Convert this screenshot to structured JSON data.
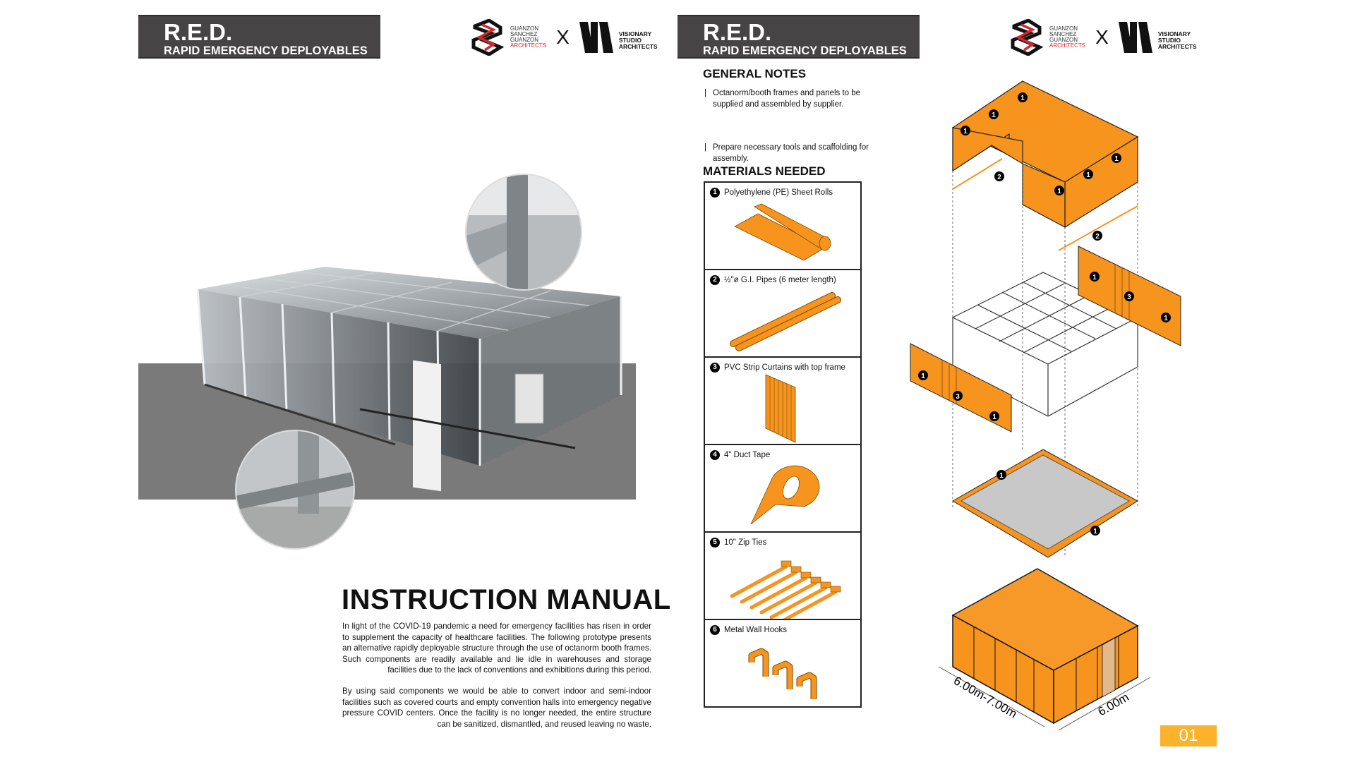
{
  "left_page": {
    "header": {
      "title": "R.E.D.",
      "subtitle": "RAPID EMERGENCY DEPLOYABLES"
    },
    "logos": {
      "firm1_lines": [
        "GUANZON",
        "SANCHEZ",
        "GUANZON"
      ],
      "firm1_accent": "ARCHITECTS",
      "separator": "X",
      "firm2_lines": [
        "VISIONARY",
        "STUDIO",
        "ARCHITECTS"
      ]
    },
    "manual_title": "INSTRUCTION MANUAL",
    "paragraphs": [
      "In light of the COVID-19 pandemic a need for emergency facilities has risen in order to supplement the capacity of healthcare facilities. The following prototype presents an alternative rapidly deployable structure through the use of octanorm booth frames. Such components are readily available and lie idle in warehouses and storage facilities due to the lack of conventions and exhibitions during this period.",
      "By using said components we would be able to convert indoor and semi-indoor facilities such as covered courts and empty convention halls into emergency negative pressure COVID centers. Once the facility is no longer needed, the entire structure can be sanitized, dismantled, and reused leaving no waste."
    ]
  },
  "right_page": {
    "header": {
      "title": "R.E.D.",
      "subtitle": "RAPID EMERGENCY DEPLOYABLES"
    },
    "general_notes": {
      "heading": "GENERAL NOTES",
      "items": [
        "Octanorm/booth frames and panels to be supplied and assembled by supplier.",
        "Prepare necessary tools and scaffolding for assembly."
      ]
    },
    "materials": {
      "heading": "MATERIALS NEEDED",
      "items": [
        {
          "num": "1",
          "label": "Polyethylene (PE) Sheet Rolls",
          "icon": "sheet-roll-icon"
        },
        {
          "num": "2",
          "label": "½\"ø G.I. Pipes (6 meter length)",
          "icon": "pipes-icon"
        },
        {
          "num": "3",
          "label": "PVC Strip Curtains with top frame",
          "icon": "strip-curtain-icon"
        },
        {
          "num": "4",
          "label": "4\" Duct Tape",
          "icon": "duct-tape-icon"
        },
        {
          "num": "5",
          "label": "10\" Zip Ties",
          "icon": "zip-ties-icon"
        },
        {
          "num": "6",
          "label": "Metal Wall Hooks",
          "icon": "wall-hooks-icon"
        }
      ]
    },
    "diagram": {
      "callouts": [
        "1",
        "2",
        "3"
      ],
      "dimension_length": "6.00m-7.00m",
      "dimension_width": "6.00m"
    },
    "page_number": "01"
  },
  "colors": {
    "accent_orange": "#f7941d",
    "header_gray": "#474446",
    "page_badge": "#fdb22b",
    "logo_red": "#d8262b"
  }
}
